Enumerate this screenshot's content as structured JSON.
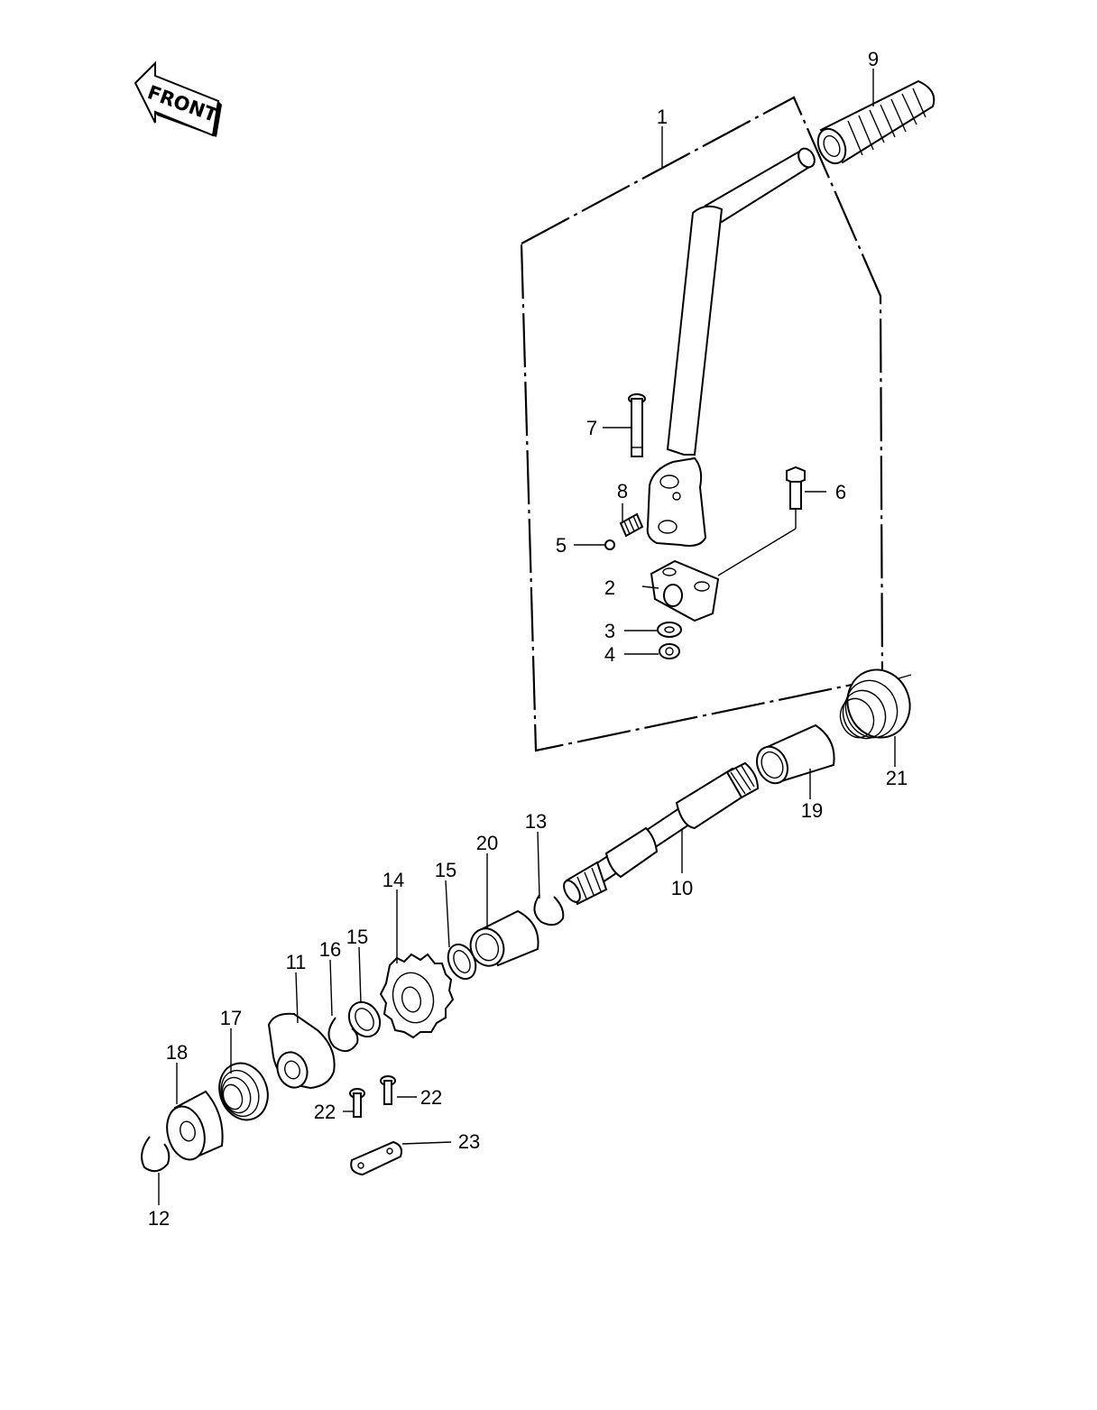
{
  "front_badge": {
    "text": "FRONT"
  },
  "callouts": [
    {
      "id": "c1",
      "text": "1"
    },
    {
      "id": "c2",
      "text": "2"
    },
    {
      "id": "c3",
      "text": "3"
    },
    {
      "id": "c4",
      "text": "4"
    },
    {
      "id": "c5",
      "text": "5"
    },
    {
      "id": "c6",
      "text": "6"
    },
    {
      "id": "c7",
      "text": "7"
    },
    {
      "id": "c8",
      "text": "8"
    },
    {
      "id": "c9",
      "text": "9"
    },
    {
      "id": "c10",
      "text": "10"
    },
    {
      "id": "c11",
      "text": "11"
    },
    {
      "id": "c12",
      "text": "12"
    },
    {
      "id": "c13",
      "text": "13"
    },
    {
      "id": "c14",
      "text": "14"
    },
    {
      "id": "c15a",
      "text": "15"
    },
    {
      "id": "c15b",
      "text": "15"
    },
    {
      "id": "c16",
      "text": "16"
    },
    {
      "id": "c17",
      "text": "17"
    },
    {
      "id": "c18",
      "text": "18"
    },
    {
      "id": "c19",
      "text": "19"
    },
    {
      "id": "c20",
      "text": "20"
    },
    {
      "id": "c21",
      "text": "21"
    },
    {
      "id": "c22a",
      "text": "22"
    },
    {
      "id": "c22b",
      "text": "22"
    },
    {
      "id": "c23",
      "text": "23"
    }
  ]
}
